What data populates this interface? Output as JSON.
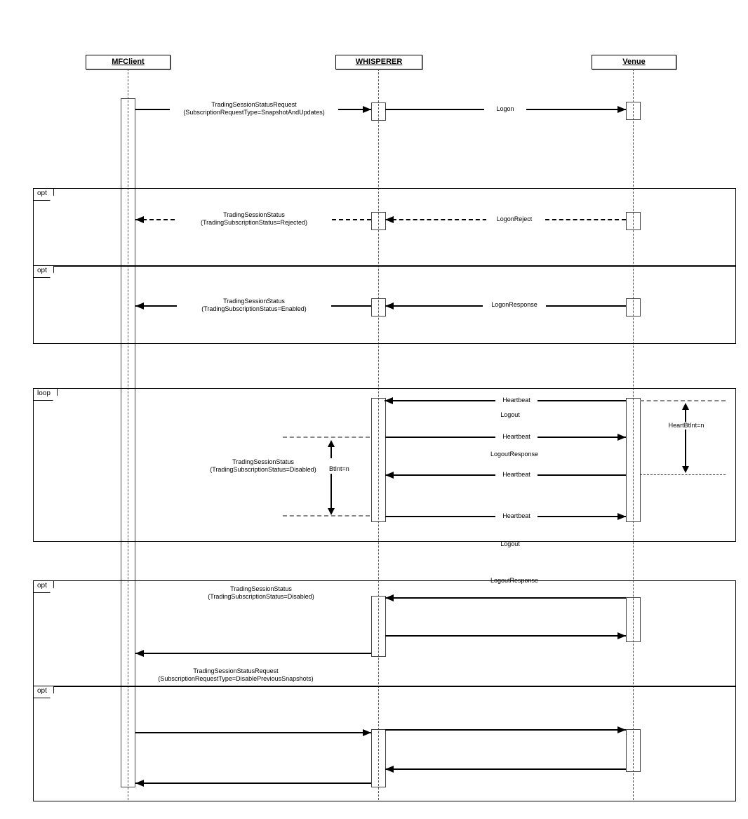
{
  "participants": [
    {
      "name": "MFClient"
    },
    {
      "name": "WHISPERER"
    },
    {
      "name": "Venue"
    }
  ],
  "fragments": [
    {
      "operator": "opt"
    },
    {
      "operator": "opt"
    },
    {
      "operator": "loop"
    },
    {
      "operator": "opt"
    },
    {
      "operator": "opt"
    }
  ],
  "messages": {
    "tss_request_snapshot": {
      "line1": "TradingSessionStatusRequest",
      "line2": "(SubscriptionRequestType=SnapshotAndUpdates)"
    },
    "logon": "Logon",
    "tss_rejected": {
      "line1": "TradingSessionStatus",
      "line2": "(TradingSubscriptionStatus=Rejected)"
    },
    "logon_reject": "LogonReject",
    "tss_enabled": {
      "line1": "TradingSessionStatus",
      "line2": "(TradingSubscriptionStatus=Enabled)"
    },
    "logon_response": "LogonResponse",
    "heartbeat": "Heartbeat",
    "logout": "Logout",
    "logout_response": "LogoutResponse",
    "tss_disabled": {
      "line1": "TradingSessionStatus",
      "line2": "(TradingSubscriptionStatus=Disabled)"
    },
    "tss_request_disable_previous": {
      "line1": "TradingSessionStatusRequest",
      "line2": "(SubscriptionRequestType=DisablePreviousSnapshots)"
    }
  },
  "annotations": {
    "heartbeat_interval": "HeartBtInt=n",
    "heartbeat_interval_clipped": "BtInt=n"
  },
  "colors": {
    "line": "#000000",
    "background": "#ffffff"
  }
}
